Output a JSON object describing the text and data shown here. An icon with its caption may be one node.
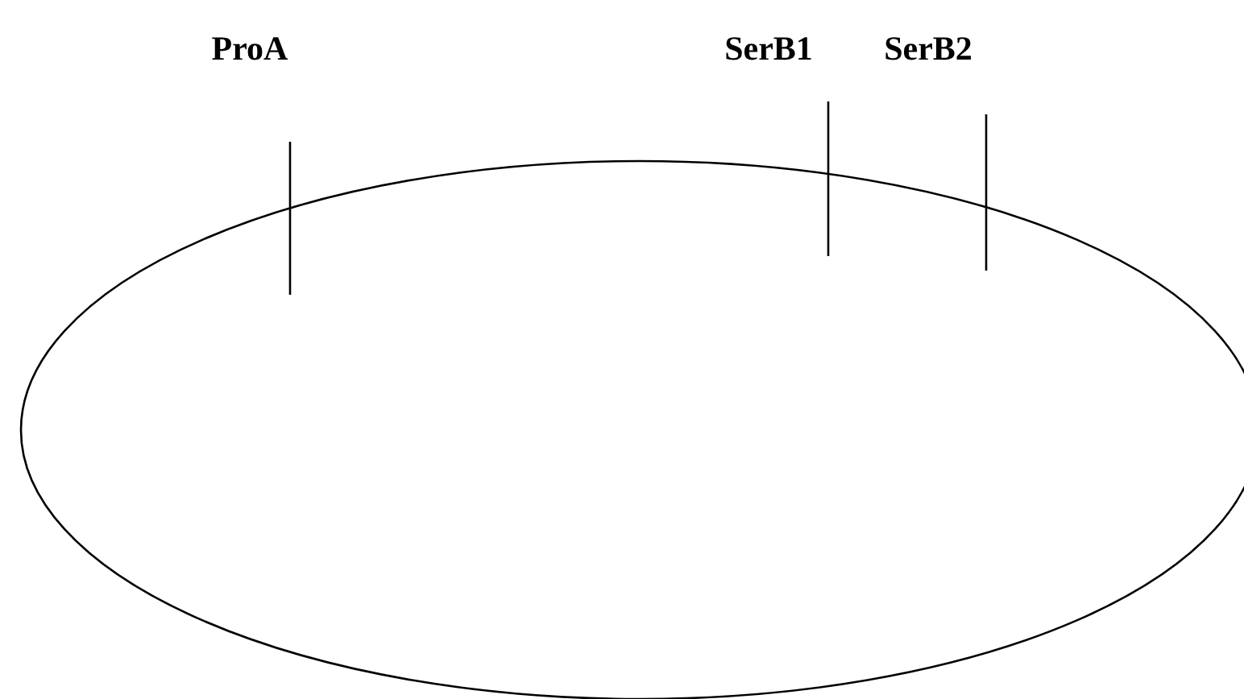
{
  "diagram": {
    "labels": [
      "ProA",
      "SerB1",
      "SerB2"
    ]
  }
}
